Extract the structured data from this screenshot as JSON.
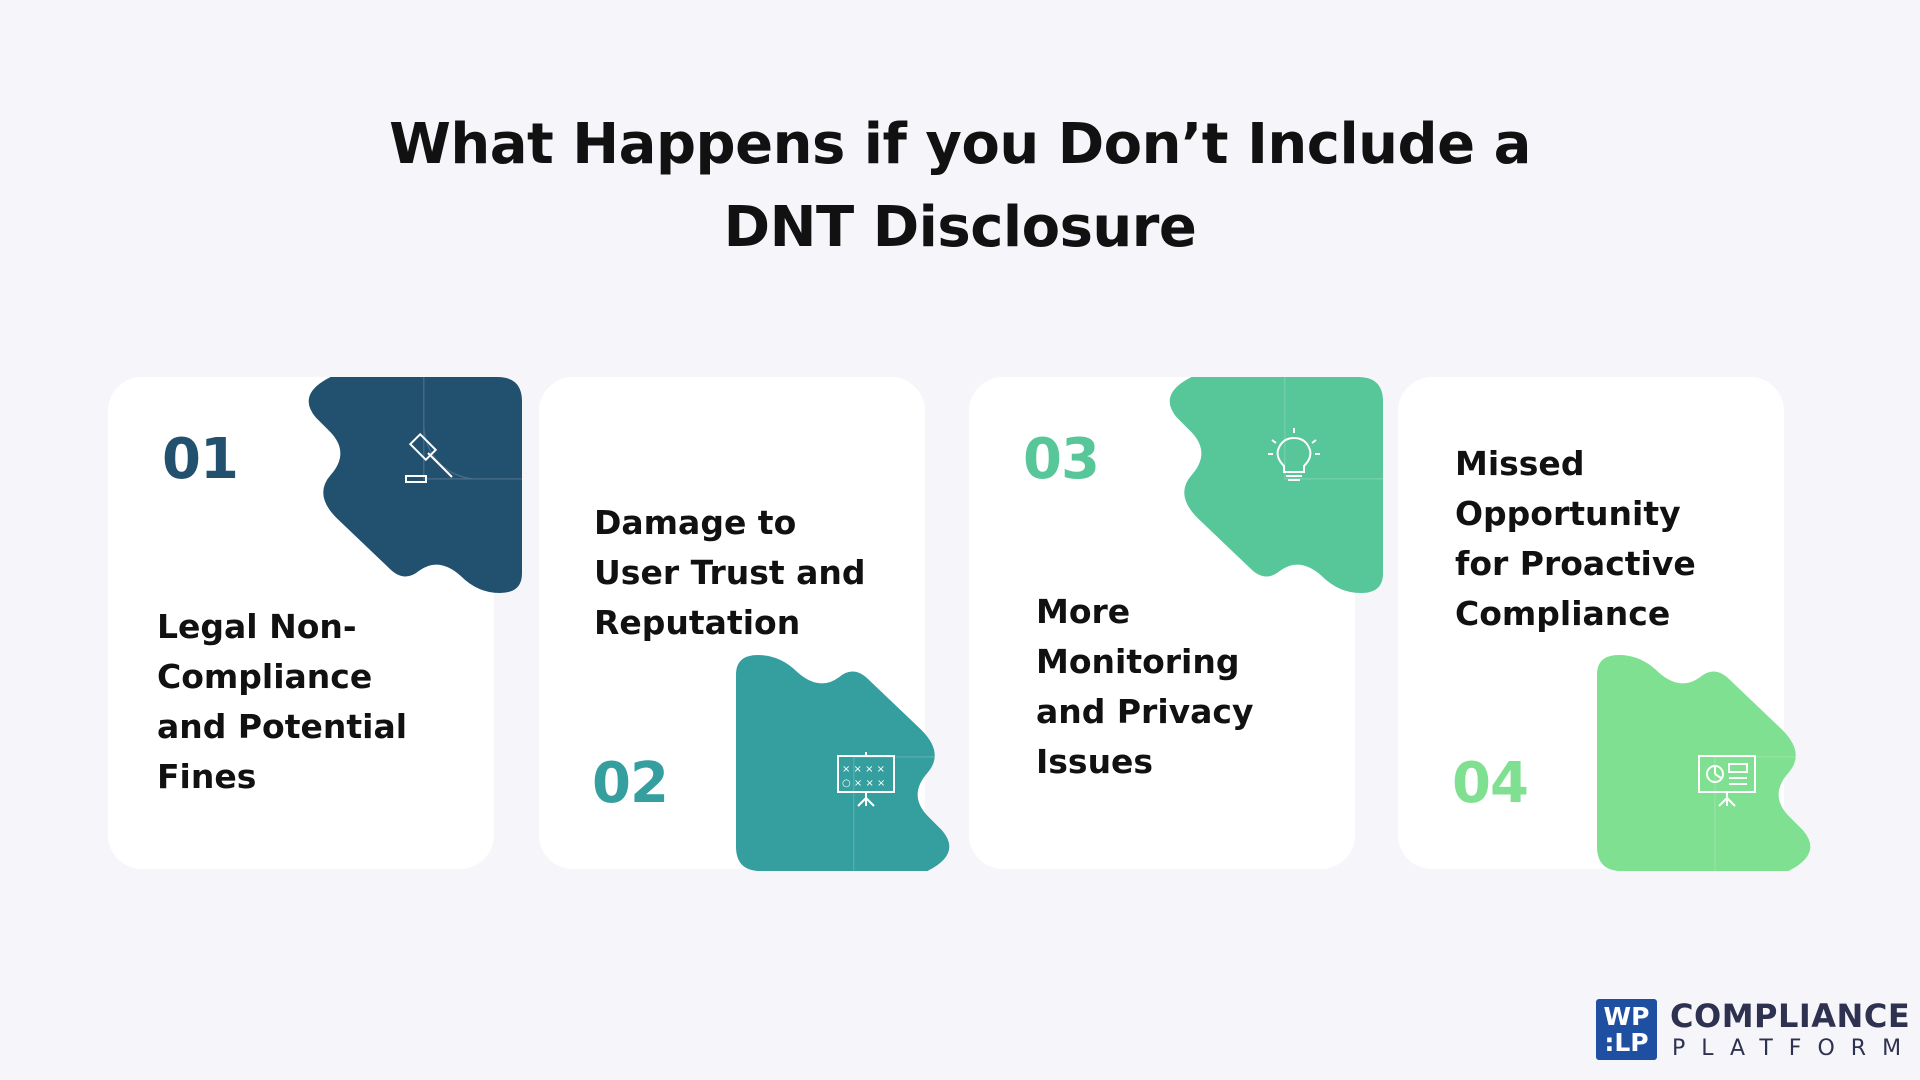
{
  "title": {
    "line1": "What Happens if you Don’t Include a",
    "line2": "DNT Disclosure"
  },
  "cards": [
    {
      "number": "01",
      "lines": [
        "Legal Non-",
        "Compliance",
        "and Potential",
        "Fines"
      ],
      "color": "#22506f",
      "icon": "gavel-icon"
    },
    {
      "number": "02",
      "lines": [
        "Damage to",
        "User Trust and",
        "Reputation"
      ],
      "color": "#359e9e",
      "icon": "strategy-board-icon"
    },
    {
      "number": "03",
      "lines": [
        "More",
        "Monitoring",
        "and Privacy",
        "Issues"
      ],
      "color": "#57c699",
      "icon": "lightbulb-icon"
    },
    {
      "number": "04",
      "lines": [
        "Missed",
        "Opportunity",
        "for Proactive",
        "Compliance"
      ],
      "color": "#7fe091",
      "icon": "presentation-chart-icon"
    }
  ],
  "logo": {
    "mark_top": "WP",
    "mark_bottom": ":LP",
    "name": "COMPLIANCE",
    "sub": "PLATFORM"
  }
}
